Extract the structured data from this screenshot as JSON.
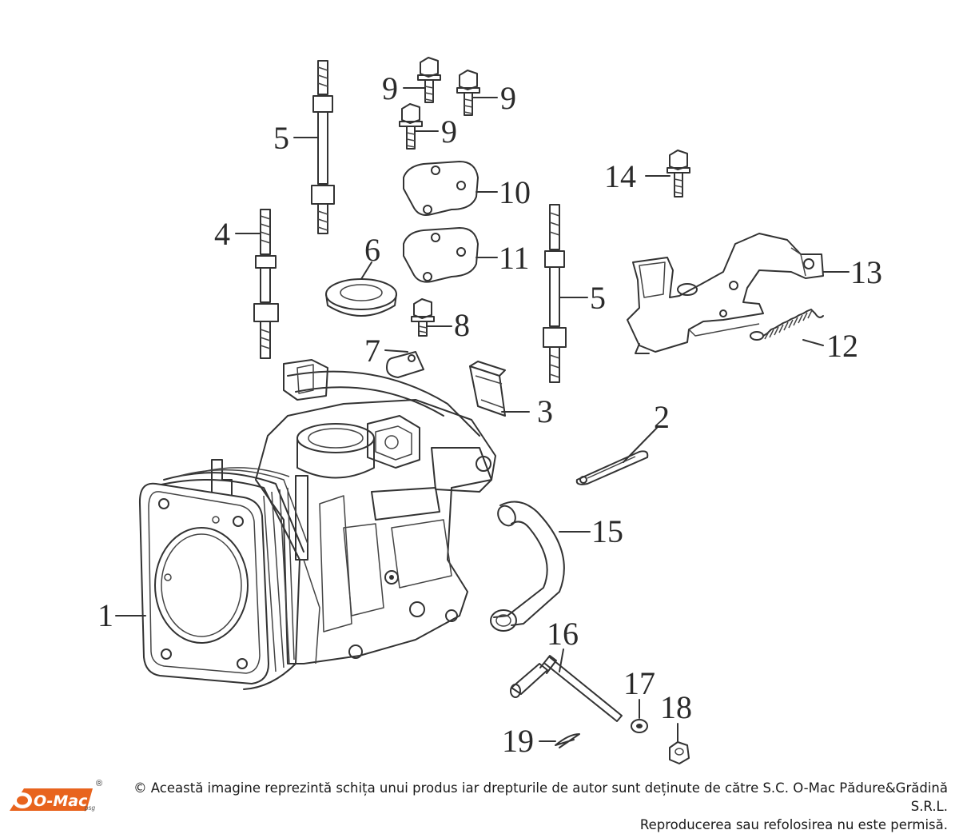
{
  "callouts": {
    "c1": "1",
    "c2": "2",
    "c3": "3",
    "c4": "4",
    "c5a": "5",
    "c5b": "5",
    "c6": "6",
    "c7": "7",
    "c8": "8",
    "c9a": "9",
    "c9b": "9",
    "c9c": "9",
    "c10": "10",
    "c11": "11",
    "c12": "12",
    "c13": "13",
    "c14": "14",
    "c15": "15",
    "c16": "16",
    "c17": "17",
    "c18": "18",
    "c19": "19"
  },
  "footer": {
    "logo_text": "O-Mac",
    "logo_reg": "®",
    "logo_suffix": "psg",
    "copyright_line1": "© Această imagine reprezintă schița unui produs iar drepturile de autor sunt deținute de către S.C. O-Mac Pădure&Grădină S.R.L.",
    "copyright_line2": "Reproducerea sau refolosirea nu este permisă."
  },
  "colors": {
    "line": "#333333",
    "logo_orange": "#e8641e",
    "background": "#ffffff"
  }
}
